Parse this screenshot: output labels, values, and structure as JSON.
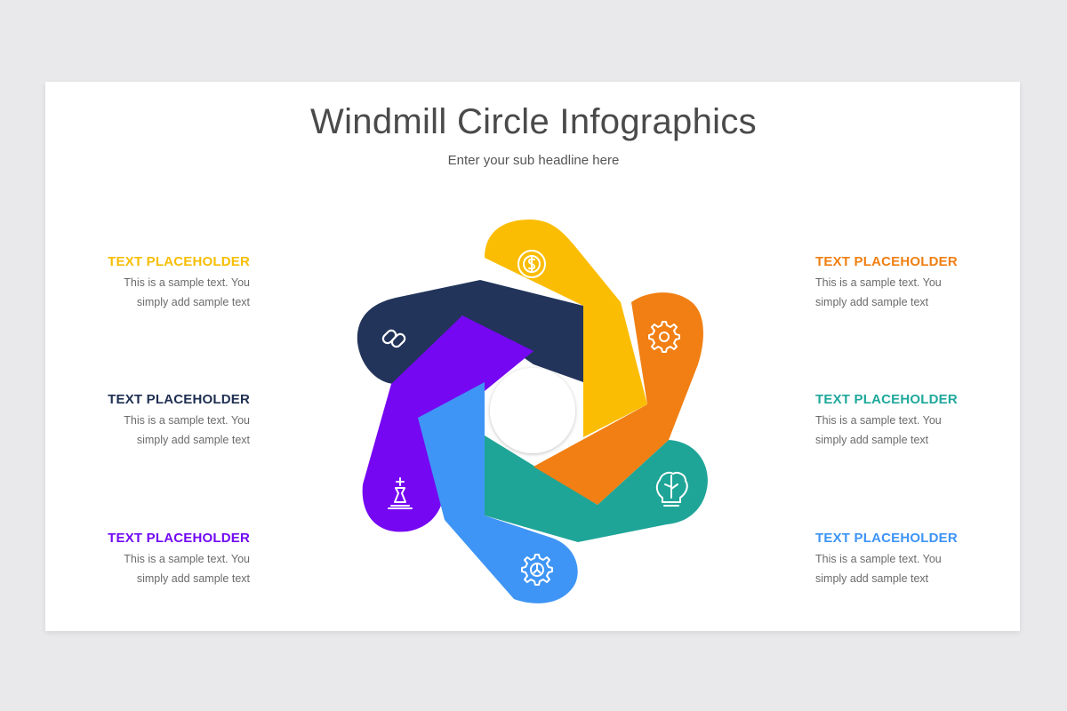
{
  "header": {
    "title": "Windmill Circle Infographics",
    "subtitle": "Enter your sub headline here"
  },
  "blocks": [
    {
      "title": "TEXT PLACEHOLDER",
      "line1": "This is a sample text. You",
      "line2": "simply add sample text",
      "color": "#F7BE05"
    },
    {
      "title": "TEXT PLACEHOLDER",
      "line1": "This is a sample text. You",
      "line2": "simply add sample text",
      "color": "#1F2F52"
    },
    {
      "title": "TEXT PLACEHOLDER",
      "line1": "This is a sample text. You",
      "line2": "simply add sample text",
      "color": "#7209F4"
    },
    {
      "title": "TEXT PLACEHOLDER",
      "line1": "This is a sample text. You",
      "line2": "simply add sample text",
      "color": "#F07F12"
    },
    {
      "title": "TEXT PLACEHOLDER",
      "line1": "This is a sample text. You",
      "line2": "simply add sample text",
      "color": "#1FA89B"
    },
    {
      "title": "TEXT PLACEHOLDER",
      "line1": "This is a sample text. You",
      "line2": "simply add sample text",
      "color": "#3D94F5"
    }
  ],
  "wheel": {
    "segments": [
      {
        "name": "navy",
        "color": "#22345A",
        "icon": "link-icon"
      },
      {
        "name": "yellow",
        "color": "#FBBD04",
        "icon": "dollar-coin-icon"
      },
      {
        "name": "orange",
        "color": "#F17F13",
        "icon": "gear-icon"
      },
      {
        "name": "teal",
        "color": "#1FA597",
        "icon": "brain-bulb-icon"
      },
      {
        "name": "blue",
        "color": "#3F95F5",
        "icon": "settings-gear-icon"
      },
      {
        "name": "purple",
        "color": "#7507F2",
        "icon": "chess-king-icon"
      }
    ]
  }
}
